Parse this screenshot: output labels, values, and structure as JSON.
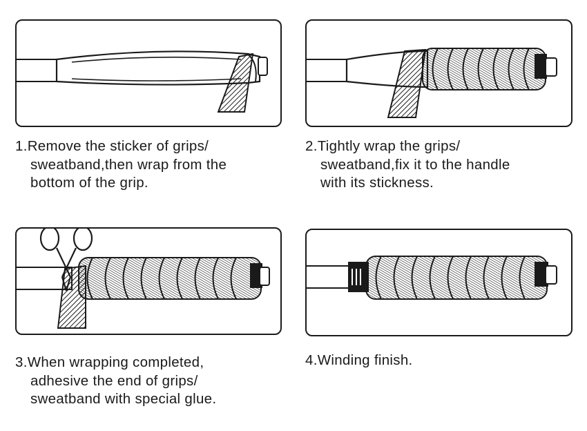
{
  "steps": [
    {
      "number": "1.",
      "lines": [
        "Remove the sticker of grips/",
        "sweatband,then wrap from the",
        "bottom of the grip."
      ]
    },
    {
      "number": "2.",
      "lines": [
        "Tightly wrap the grips/",
        "sweatband,fix it to the handle",
        "with its stickness."
      ]
    },
    {
      "number": "3.",
      "lines": [
        "When wrapping completed,",
        "adhesive the end of grips/",
        "sweatband with special glue."
      ]
    },
    {
      "number": "4.",
      "lines": [
        "Winding finish."
      ]
    }
  ],
  "colors": {
    "ink": "#1a1a1a",
    "background": "#ffffff"
  }
}
